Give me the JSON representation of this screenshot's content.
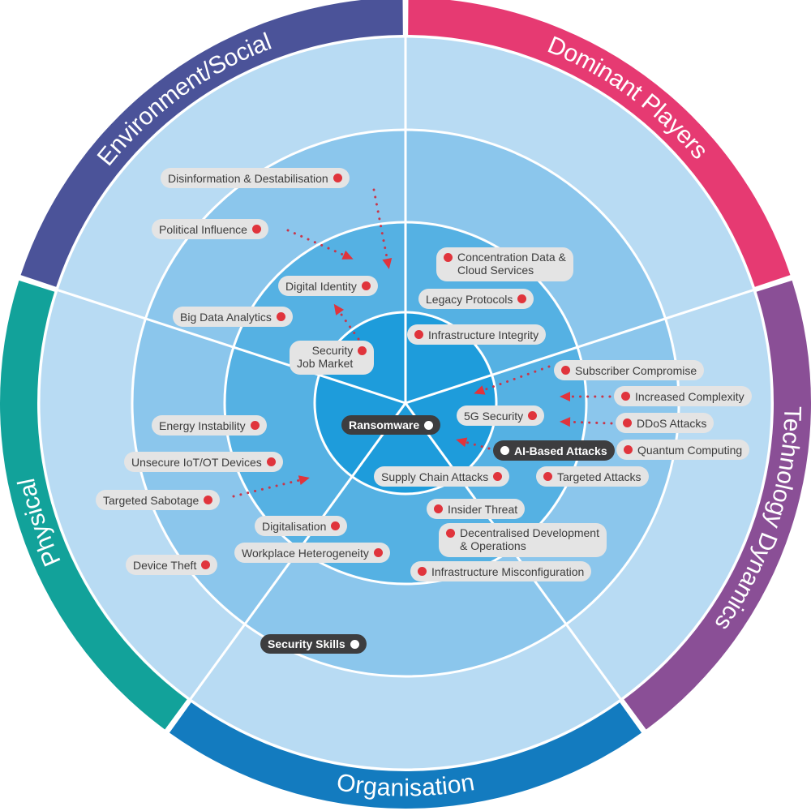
{
  "title": "Security threat radar",
  "colors": {
    "environment_social": "#4b5399",
    "dominant_players": "#e63a72",
    "technology_dynamics": "#8a4f96",
    "organisation": "#137bbf",
    "physical": "#12a29a",
    "ring_outer": "#b8dbf3",
    "ring_3": "#8bc6ec",
    "ring_2": "#55b1e3",
    "ring_core": "#1e9cdb",
    "marker": "#e0343c",
    "pill": "#e4e4e4",
    "pill_dark": "#3d3d3f"
  },
  "segments": [
    {
      "id": "environment_social",
      "label": "Environment/Social"
    },
    {
      "id": "dominant_players",
      "label": "Dominant Players"
    },
    {
      "id": "technology_dynamics",
      "label": "Technology Dynamics"
    },
    {
      "id": "organisation",
      "label": "Organisation"
    },
    {
      "id": "physical",
      "label": "Physical"
    }
  ],
  "items": [
    {
      "id": "disinformation",
      "label": "Disinformation & Destabilisation",
      "segment": "environment_social",
      "highlight": false,
      "icon": "marker-dot-icon"
    },
    {
      "id": "political_influence",
      "label": "Political Influence",
      "segment": "environment_social",
      "highlight": false,
      "icon": "marker-dot-icon"
    },
    {
      "id": "digital_identity",
      "label": "Digital Identity",
      "segment": "environment_social",
      "highlight": false,
      "icon": "marker-dot-icon"
    },
    {
      "id": "big_data_analytics",
      "label": "Big Data Analytics",
      "segment": "environment_social",
      "highlight": false,
      "icon": "marker-dot-icon"
    },
    {
      "id": "security_job_market",
      "label_lines": [
        "Security",
        "Job Market"
      ],
      "segment": "environment_social",
      "highlight": false,
      "icon": "marker-dot-icon"
    },
    {
      "id": "concentration_data",
      "label_lines": [
        "Concentration Data &",
        "Cloud Services"
      ],
      "segment": "dominant_players",
      "highlight": false,
      "icon": "marker-dot-icon"
    },
    {
      "id": "legacy_protocols",
      "label": "Legacy Protocols",
      "segment": "dominant_players",
      "highlight": false,
      "icon": "marker-dot-icon"
    },
    {
      "id": "infrastructure_integrity",
      "label": "Infrastructure Integrity",
      "segment": "dominant_players",
      "highlight": false,
      "icon": "marker-dot-icon"
    },
    {
      "id": "subscriber_compromise",
      "label": "Subscriber Compromise",
      "segment": "technology_dynamics",
      "highlight": false,
      "icon": "marker-dot-icon"
    },
    {
      "id": "increased_complexity",
      "label": "Increased Complexity",
      "segment": "technology_dynamics",
      "highlight": false,
      "icon": "marker-dot-icon"
    },
    {
      "id": "5g_security",
      "label": "5G Security",
      "segment": "technology_dynamics",
      "highlight": false,
      "icon": "marker-dot-icon"
    },
    {
      "id": "ddos_attacks",
      "label": "DDoS Attacks",
      "segment": "technology_dynamics",
      "highlight": false,
      "icon": "marker-dot-icon"
    },
    {
      "id": "ransomware",
      "label": "Ransomware",
      "segment": "technology_dynamics",
      "highlight": true,
      "icon": "marker-dot-icon"
    },
    {
      "id": "ai_based_attacks",
      "label": "AI-Based Attacks",
      "segment": "technology_dynamics",
      "highlight": true,
      "icon": "marker-dot-icon"
    },
    {
      "id": "quantum_computing",
      "label": "Quantum Computing",
      "segment": "technology_dynamics",
      "highlight": false,
      "icon": "marker-dot-icon"
    },
    {
      "id": "supply_chain_attacks",
      "label": "Supply Chain Attacks",
      "segment": "organisation",
      "highlight": false,
      "icon": "marker-dot-icon"
    },
    {
      "id": "targeted_attacks",
      "label": "Targeted Attacks",
      "segment": "technology_dynamics",
      "highlight": false,
      "icon": "marker-dot-icon"
    },
    {
      "id": "energy_instability",
      "label": "Energy Instability",
      "segment": "physical",
      "highlight": false,
      "icon": "marker-dot-icon"
    },
    {
      "id": "unsecure_iot",
      "label": "Unsecure IoT/OT Devices",
      "segment": "physical",
      "highlight": false,
      "icon": "marker-dot-icon"
    },
    {
      "id": "targeted_sabotage",
      "label": "Targeted Sabotage",
      "segment": "physical",
      "highlight": false,
      "icon": "marker-dot-icon"
    },
    {
      "id": "insider_threat",
      "label": "Insider Threat",
      "segment": "organisation",
      "highlight": false,
      "icon": "marker-dot-icon"
    },
    {
      "id": "digitalisation",
      "label": "Digitalisation",
      "segment": "organisation",
      "highlight": false,
      "icon": "marker-dot-icon"
    },
    {
      "id": "decentralised_devops",
      "label_lines": [
        "Decentralised Development",
        "& Operations"
      ],
      "segment": "organisation",
      "highlight": false,
      "icon": "marker-dot-icon"
    },
    {
      "id": "workplace_heterogeneity",
      "label": "Workplace Heterogeneity",
      "segment": "organisation",
      "highlight": false,
      "icon": "marker-dot-icon"
    },
    {
      "id": "device_theft",
      "label": "Device Theft",
      "segment": "physical",
      "highlight": false,
      "icon": "marker-dot-icon"
    },
    {
      "id": "infrastructure_misconfiguration",
      "label": "Infrastructure Misconfiguration",
      "segment": "organisation",
      "highlight": false,
      "icon": "marker-dot-icon"
    },
    {
      "id": "security_skills",
      "label": "Security Skills",
      "segment": "organisation",
      "highlight": true,
      "icon": "marker-dot-icon"
    }
  ],
  "movements": [
    {
      "from": "disinformation",
      "toward": "ring_core",
      "icon": "dotted-arrow-icon"
    },
    {
      "from": "political_influence",
      "toward": "ring_core",
      "icon": "dotted-arrow-icon"
    },
    {
      "from": "security_job_market",
      "toward": "ring_outer",
      "icon": "dotted-arrow-icon"
    },
    {
      "from": "subscriber_compromise",
      "toward": "ring_core",
      "icon": "dotted-arrow-icon"
    },
    {
      "from": "increased_complexity",
      "toward": "ring_core",
      "icon": "dotted-arrow-icon"
    },
    {
      "from": "ddos_attacks",
      "toward": "ring_core",
      "icon": "dotted-arrow-icon"
    },
    {
      "from": "ai_based_attacks",
      "toward": "ring_core",
      "icon": "dotted-arrow-icon"
    },
    {
      "from": "targeted_sabotage",
      "toward": "ring_core",
      "icon": "dotted-arrow-icon"
    }
  ]
}
